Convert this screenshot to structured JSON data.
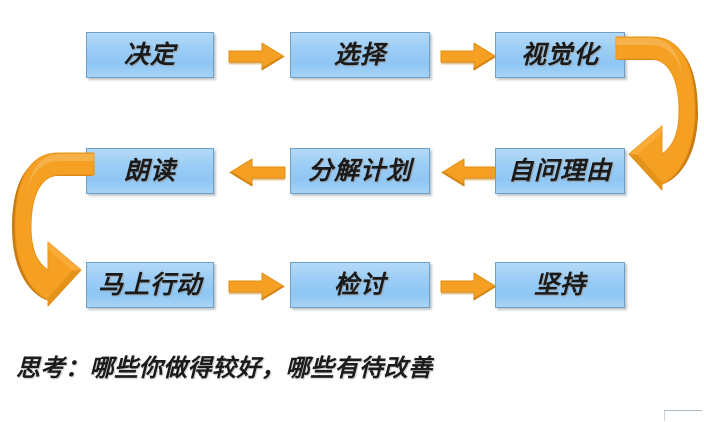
{
  "diagram": {
    "type": "serpentine-flowchart",
    "title_text": "",
    "colors": {
      "box_fill": "#9ccef6",
      "box_border": "#6f9fc4",
      "arrow_fill": "#f5a022",
      "arrow_shade": "#c87c12",
      "text": "#1a1a1a",
      "background": "#ffffff"
    },
    "rows": [
      {
        "row_index": 1,
        "direction": "left-to-right",
        "boxes": [
          {
            "label": "决定"
          },
          {
            "label": "选择"
          },
          {
            "label": "视觉化"
          }
        ]
      },
      {
        "row_index": 2,
        "direction": "right-to-left",
        "boxes": [
          {
            "label": "朗读"
          },
          {
            "label": "分解计划"
          },
          {
            "label": "自问理由"
          }
        ]
      },
      {
        "row_index": 3,
        "direction": "left-to-right",
        "boxes": [
          {
            "label": "马上行动"
          },
          {
            "label": "检讨"
          },
          {
            "label": "坚持"
          }
        ]
      }
    ],
    "connectors": [
      {
        "name": "arrow-r1-1",
        "shape": "arrow-right"
      },
      {
        "name": "arrow-r1-2",
        "shape": "arrow-right"
      },
      {
        "name": "arrow-uturn-right",
        "shape": "u-turn-clockwise"
      },
      {
        "name": "arrow-r2-1",
        "shape": "arrow-left"
      },
      {
        "name": "arrow-r2-2",
        "shape": "arrow-left"
      },
      {
        "name": "arrow-uturn-left",
        "shape": "u-turn-counterclockwise"
      },
      {
        "name": "arrow-r3-1",
        "shape": "arrow-right"
      },
      {
        "name": "arrow-r3-2",
        "shape": "arrow-right"
      }
    ],
    "caption": "思考：哪些你做得较好，哪些有待改善"
  }
}
